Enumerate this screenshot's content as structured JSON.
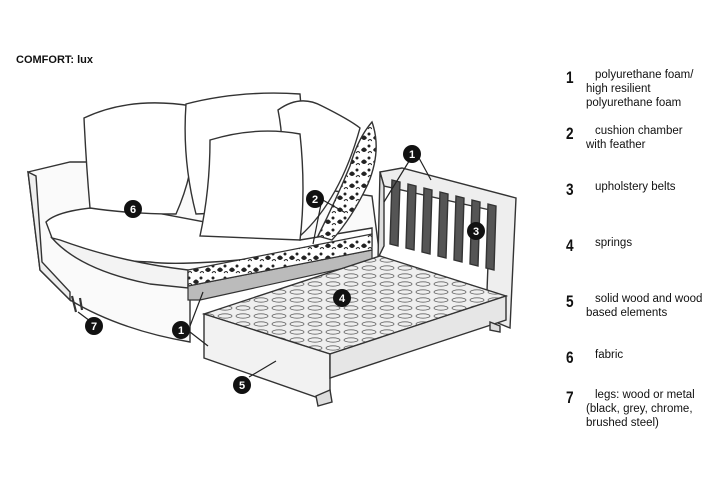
{
  "title": "COMFORT: lux",
  "legend": [
    {
      "num": "1",
      "text": "polyurethane foam/ high resilient polyurethane foam"
    },
    {
      "num": "2",
      "text": "cushion chamber with feather"
    },
    {
      "num": "3",
      "text": "upholstery belts"
    },
    {
      "num": "4",
      "text": "springs"
    },
    {
      "num": "5",
      "text": "solid wood and wood based elements"
    },
    {
      "num": "6",
      "text": "fabric"
    },
    {
      "num": "7",
      "text": "legs: wood or metal (black, grey, chrome, brushed steel)"
    }
  ],
  "callouts": {
    "c1_top": "1",
    "c1_bottom": "1",
    "c2": "2",
    "c3": "3",
    "c4": "4",
    "c5": "5",
    "c6": "6",
    "c7": "7"
  }
}
